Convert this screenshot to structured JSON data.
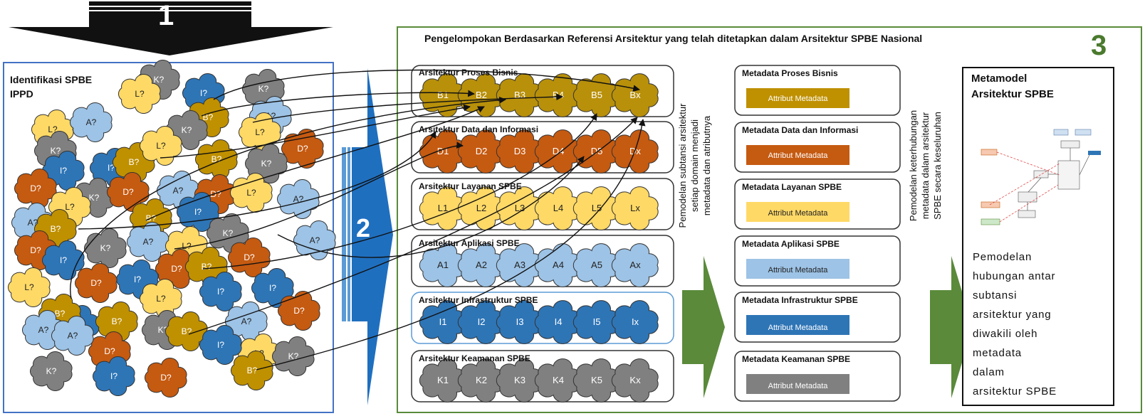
{
  "left_panel": {
    "title_line1": "Identifikasi SPBE",
    "title_line2": "IPPD"
  },
  "steps": {
    "one": "1",
    "two": "2",
    "three": "3"
  },
  "main_title": "Pengelompokan Berdasarkan Referensi Arsitektur yang telah ditetapkan dalam Arsitektur SPBE Nasional",
  "architectures": [
    {
      "label": "Arsitektur Proses Bisnis",
      "color": "#b8900a",
      "items": [
        "B1",
        "B2",
        "B3",
        "B4",
        "B5",
        "Bx"
      ]
    },
    {
      "label": "Arsitektur Data dan Informasi",
      "color": "#c55a11",
      "items": [
        "D1",
        "D2",
        "D3",
        "D4",
        "D5",
        "Dx"
      ]
    },
    {
      "label": "Arsitektur Layanan SPBE",
      "color": "#ffd966",
      "items": [
        "L1",
        "L2",
        "L3",
        "L4",
        "L5",
        "Lx"
      ]
    },
    {
      "label": "Arsitektur Aplikasi SPBE",
      "color": "#9dc3e6",
      "items": [
        "A1",
        "A2",
        "A3",
        "A4",
        "A5",
        "Ax"
      ]
    },
    {
      "label": "Arsitektur Infrastruktur SPBE",
      "color": "#2e75b6",
      "items": [
        "I1",
        "I2",
        "I3",
        "I4",
        "I5",
        "Ix"
      ]
    },
    {
      "label": "Arsitektur Keamanan SPBE",
      "color": "#808080",
      "items": [
        "K1",
        "K2",
        "K3",
        "K4",
        "K5",
        "Kx"
      ]
    }
  ],
  "vertical_text_1": [
    "Pemodelan subtansi arsitektur",
    "setiap domain menjadi",
    "metadata dan atributnya"
  ],
  "vertical_text_2": [
    "Pemodelan keterhubungan",
    "metadata dalam arsitektur",
    "SPBE secara keseluruhan"
  ],
  "metadata": [
    {
      "label": "Metadata Proses Bisnis",
      "attr": "Attribut Metadata",
      "color": "#bf9000",
      "text_color": "#ffffff"
    },
    {
      "label": "Metadata Data dan Informasi",
      "attr": "Attribut Metadata",
      "color": "#c55a11",
      "text_color": "#ffffff"
    },
    {
      "label": "Metadata Layanan SPBE",
      "attr": "Attribut Metadata",
      "color": "#ffd966",
      "text_color": "#222222"
    },
    {
      "label": "Metadata Aplikasi SPBE",
      "attr": "Attribut Metadata",
      "color": "#9dc3e6",
      "text_color": "#222222"
    },
    {
      "label": "Metadata Infrastruktur SPBE",
      "attr": "Attribut Metadata",
      "color": "#2e75b6",
      "text_color": "#ffffff"
    },
    {
      "label": "Metadata Keamanan SPBE",
      "attr": "Attribut Metadata",
      "color": "#808080",
      "text_color": "#ffffff"
    }
  ],
  "metamodel": {
    "title_line1": "Metamodel",
    "title_line2": "Arsitektur SPBE",
    "description": [
      "Pemodelan",
      "hubungan antar",
      "subtansi",
      "arsitektur yang",
      "diwakili oleh",
      "metadata",
      "dalam",
      "arsitektur SPBE"
    ]
  },
  "clouds": [
    {
      "label": "K?",
      "color": "#808080"
    },
    {
      "label": "L?",
      "color": "#ffd966"
    },
    {
      "label": "I?",
      "color": "#2e75b6"
    },
    {
      "label": "K?",
      "color": "#808080"
    },
    {
      "label": "L?",
      "color": "#ffd966"
    },
    {
      "label": "A?",
      "color": "#9dc3e6"
    },
    {
      "label": "B?",
      "color": "#bf9000"
    },
    {
      "label": "K?",
      "color": "#808080"
    },
    {
      "label": "A?",
      "color": "#9dc3e6"
    },
    {
      "label": "K?",
      "color": "#808080"
    },
    {
      "label": "L?",
      "color": "#ffd966"
    },
    {
      "label": "I?",
      "color": "#2e75b6"
    },
    {
      "label": "I?",
      "color": "#2e75b6"
    },
    {
      "label": "B?",
      "color": "#bf9000"
    },
    {
      "label": "L?",
      "color": "#ffd966"
    },
    {
      "label": "B?",
      "color": "#bf9000"
    },
    {
      "label": "D?",
      "color": "#c55a11"
    },
    {
      "label": "K?",
      "color": "#808080"
    },
    {
      "label": "D?",
      "color": "#c55a11"
    },
    {
      "label": "K?",
      "color": "#808080"
    },
    {
      "label": "D?",
      "color": "#c55a11"
    },
    {
      "label": "A?",
      "color": "#9dc3e6"
    },
    {
      "label": "D?",
      "color": "#c55a11"
    },
    {
      "label": "L?",
      "color": "#ffd966"
    },
    {
      "label": "A?",
      "color": "#9dc3e6"
    },
    {
      "label": "L?",
      "color": "#ffd966"
    },
    {
      "label": "A?",
      "color": "#9dc3e6"
    },
    {
      "label": "B?",
      "color": "#bf9000"
    },
    {
      "label": "I?",
      "color": "#2e75b6"
    },
    {
      "label": "K?",
      "color": "#808080"
    },
    {
      "label": "B?",
      "color": "#bf9000"
    },
    {
      "label": "A?",
      "color": "#9dc3e6"
    },
    {
      "label": "D?",
      "color": "#c55a11"
    },
    {
      "label": "I?",
      "color": "#2e75b6"
    },
    {
      "label": "K?",
      "color": "#808080"
    },
    {
      "label": "A?",
      "color": "#9dc3e6"
    },
    {
      "label": "L?",
      "color": "#ffd966"
    },
    {
      "label": "D?",
      "color": "#c55a11"
    },
    {
      "label": "L?",
      "color": "#ffd966"
    },
    {
      "label": "D?",
      "color": "#c55a11"
    },
    {
      "label": "I?",
      "color": "#2e75b6"
    },
    {
      "label": "B?",
      "color": "#bf9000"
    },
    {
      "label": "D?",
      "color": "#c55a11"
    },
    {
      "label": "I?",
      "color": "#2e75b6"
    },
    {
      "label": "L?",
      "color": "#ffd966"
    },
    {
      "label": "I?",
      "color": "#2e75b6"
    },
    {
      "label": "I?",
      "color": "#2e75b6"
    },
    {
      "label": "B?",
      "color": "#bf9000"
    },
    {
      "label": "A?",
      "color": "#9dc3e6"
    },
    {
      "label": "B?",
      "color": "#bf9000"
    },
    {
      "label": "K?",
      "color": "#808080"
    },
    {
      "label": "D?",
      "color": "#c55a11"
    },
    {
      "label": "A?",
      "color": "#9dc3e6"
    },
    {
      "label": "D?",
      "color": "#c55a11"
    },
    {
      "label": "B?",
      "color": "#bf9000"
    },
    {
      "label": "L?",
      "color": "#ffd966"
    },
    {
      "label": "K?",
      "color": "#808080"
    },
    {
      "label": "K?",
      "color": "#808080"
    },
    {
      "label": "I?",
      "color": "#2e75b6"
    },
    {
      "label": "D?",
      "color": "#c55a11"
    },
    {
      "label": "B?",
      "color": "#bf9000"
    },
    {
      "label": "I?",
      "color": "#2e75b6"
    },
    {
      "label": "A?",
      "color": "#9dc3e6"
    }
  ]
}
